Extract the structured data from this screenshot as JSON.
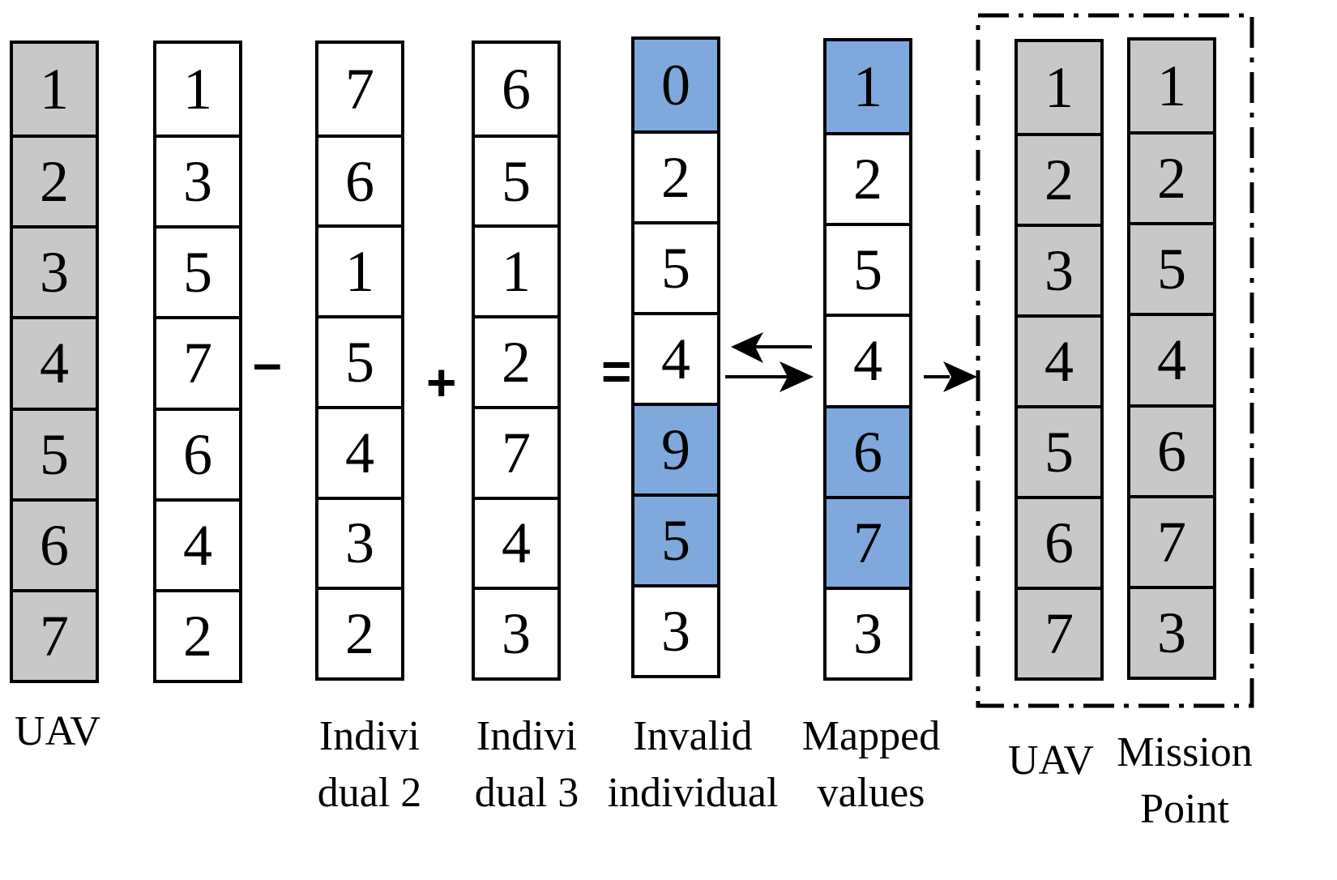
{
  "columns": [
    {
      "id": "uav-left",
      "label": [
        "UAV"
      ],
      "values": [
        "1",
        "2",
        "3",
        "4",
        "5",
        "6",
        "7"
      ],
      "fill": [
        "gray",
        "gray",
        "gray",
        "gray",
        "gray",
        "gray",
        "gray"
      ]
    },
    {
      "id": "individual-1",
      "label": [],
      "values": [
        "1",
        "3",
        "5",
        "7",
        "6",
        "4",
        "2"
      ],
      "fill": [
        "white",
        "white",
        "white",
        "white",
        "white",
        "white",
        "white"
      ]
    },
    {
      "id": "individual-2",
      "label": [
        "Indivi",
        "dual 2"
      ],
      "values": [
        "7",
        "6",
        "1",
        "5",
        "4",
        "3",
        "2"
      ],
      "fill": [
        "white",
        "white",
        "white",
        "white",
        "white",
        "white",
        "white"
      ]
    },
    {
      "id": "individual-3",
      "label": [
        "Indivi",
        "dual 3"
      ],
      "values": [
        "6",
        "5",
        "1",
        "2",
        "7",
        "4",
        "3"
      ],
      "fill": [
        "white",
        "white",
        "white",
        "white",
        "white",
        "white",
        "white"
      ]
    },
    {
      "id": "invalid-individual",
      "label": [
        "Invalid",
        "individual"
      ],
      "values": [
        "0",
        "2",
        "5",
        "4",
        "9",
        "5",
        "3"
      ],
      "fill": [
        "blue",
        "white",
        "white",
        "white",
        "blue",
        "blue",
        "white"
      ]
    },
    {
      "id": "mapped-values",
      "label": [
        "Mapped",
        "values"
      ],
      "values": [
        "1",
        "2",
        "5",
        "4",
        "6",
        "7",
        "3"
      ],
      "fill": [
        "blue",
        "white",
        "white",
        "white",
        "blue",
        "blue",
        "white"
      ]
    },
    {
      "id": "uav-right",
      "label": [
        "UAV"
      ],
      "values": [
        "1",
        "2",
        "3",
        "4",
        "5",
        "6",
        "7"
      ],
      "fill": [
        "gray",
        "gray",
        "gray",
        "gray",
        "gray",
        "gray",
        "gray"
      ]
    },
    {
      "id": "mission-point",
      "label": [
        "Mission",
        "Point"
      ],
      "values": [
        "1",
        "2",
        "5",
        "4",
        "6",
        "7",
        "3"
      ],
      "fill": [
        "gray",
        "gray",
        "gray",
        "gray",
        "gray",
        "gray",
        "gray"
      ]
    }
  ],
  "operators": {
    "minus": "–",
    "plus": "+",
    "equals": "="
  },
  "colors": {
    "gray": "#c8c8c8",
    "blue": "#7fa8dd",
    "border": "#000000"
  }
}
